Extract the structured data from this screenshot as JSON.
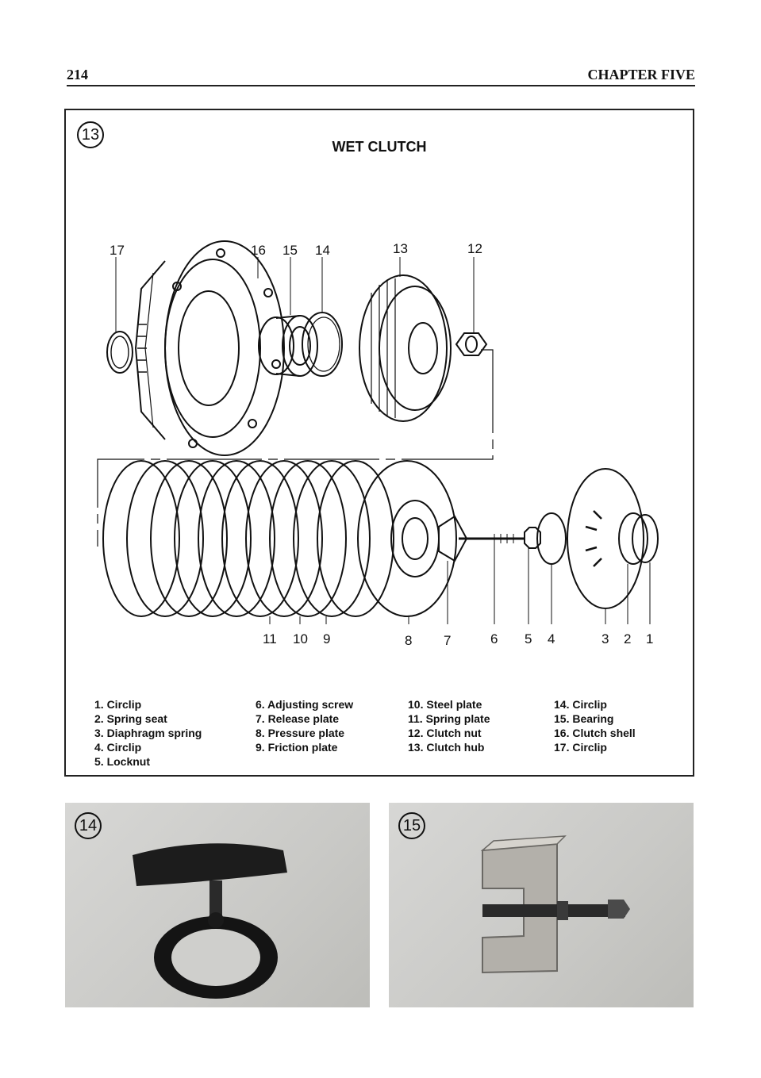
{
  "header": {
    "page_number": "214",
    "chapter": "CHAPTER FIVE"
  },
  "figure13": {
    "number": "13",
    "title": "WET CLUTCH",
    "callouts": [
      "17",
      "16",
      "15",
      "14",
      "13",
      "12",
      "11",
      "10",
      "9",
      "8",
      "7",
      "6",
      "5",
      "4",
      "3",
      "2",
      "1"
    ],
    "legend": [
      [
        "1. Circlip",
        "2. Spring seat",
        "3. Diaphragm spring",
        "4. Circlip",
        "5. Locknut"
      ],
      [
        "6. Adjusting screw",
        "7. Release plate",
        "8. Pressure plate",
        "9. Friction plate"
      ],
      [
        "10. Steel plate",
        "11. Spring plate",
        "12. Clutch nut",
        "13. Clutch hub"
      ],
      [
        "14. Circlip",
        "15. Bearing",
        "16. Clutch shell",
        "17. Circlip"
      ]
    ]
  },
  "figure14": {
    "number": "14"
  },
  "figure15": {
    "number": "15"
  }
}
